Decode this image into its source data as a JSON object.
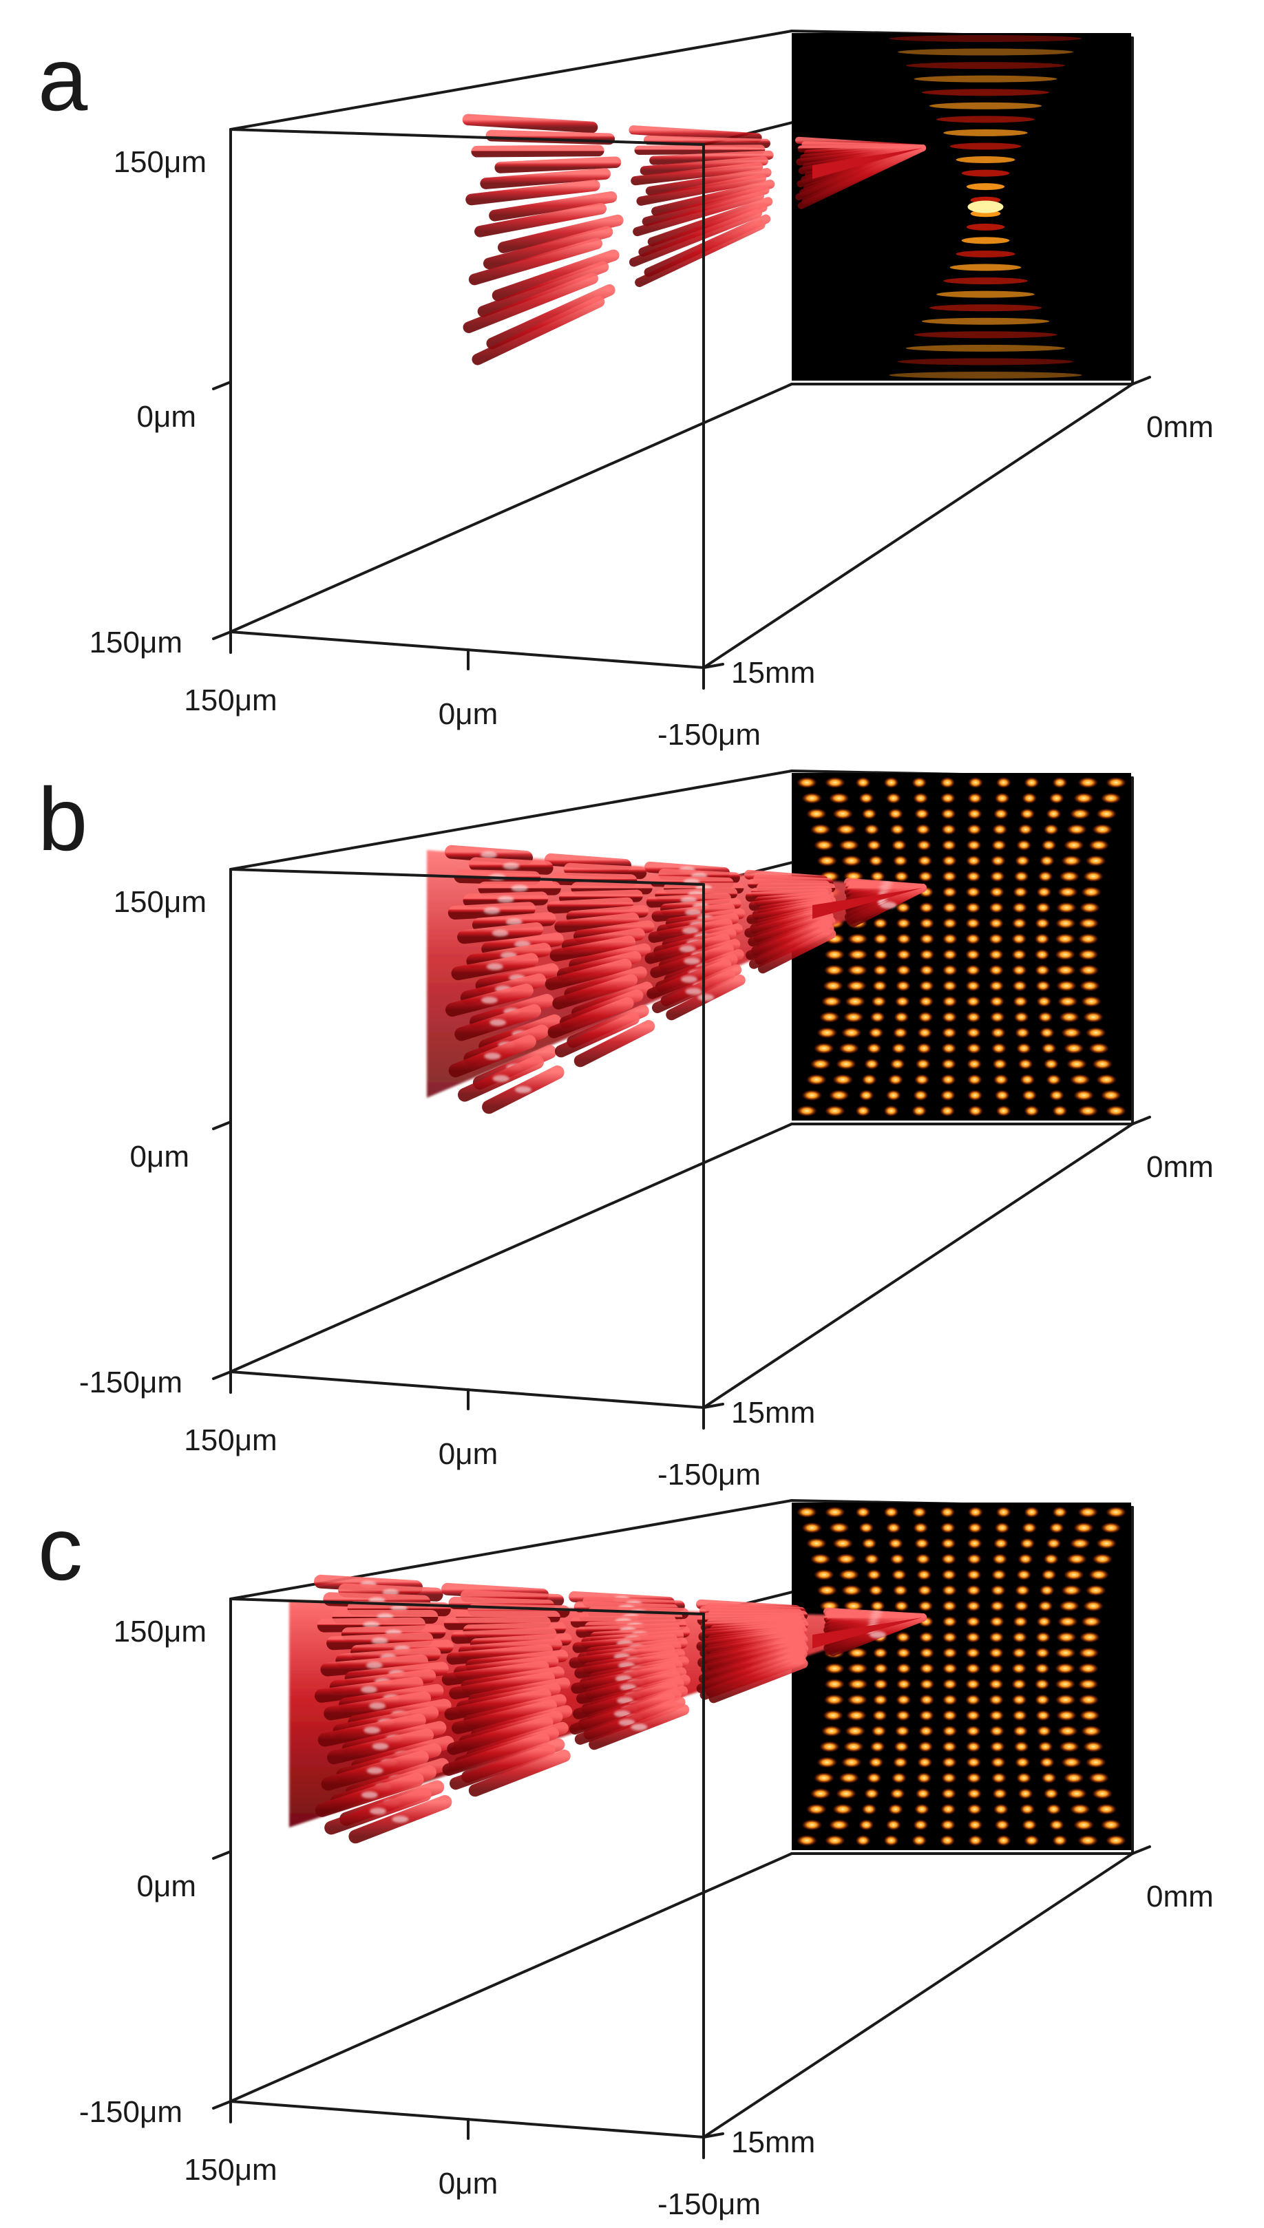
{
  "panels": [
    {
      "letter": "a",
      "labels": {
        "y_top": "150μm",
        "y_mid": "0μm",
        "y_bot": "150μm",
        "x_left": "150μm",
        "x_mid": "0μm",
        "x_right": "-150μm",
        "z_near": "15mm",
        "z_far": "0mm"
      },
      "pattern": "axicon",
      "beam": "sparse"
    },
    {
      "letter": "b",
      "labels": {
        "y_top": "150μm",
        "y_mid": "0μm",
        "y_bot": "-150μm",
        "x_left": "150μm",
        "x_mid": "0μm",
        "x_right": "-150μm",
        "z_near": "15mm",
        "z_far": "0mm"
      },
      "pattern": "lattice",
      "beam": "medium"
    },
    {
      "letter": "c",
      "labels": {
        "y_top": "150μm",
        "y_mid": "0μm",
        "y_bot": "-150μm",
        "x_left": "150μm",
        "x_mid": "0μm",
        "x_right": "-150μm",
        "z_near": "15mm",
        "z_far": "0mm"
      },
      "pattern": "lattice",
      "beam": "dense"
    }
  ],
  "colors": {
    "box_line": "#1a1a1a",
    "beam_red": "#c8141c",
    "beam_light": "#ff6b6b",
    "beam_dark": "#6e0508",
    "spot_core": "#fff2a0",
    "spot_mid": "#ff9a1a",
    "spot_edge": "#c01808",
    "screen_bg": "#000000"
  }
}
